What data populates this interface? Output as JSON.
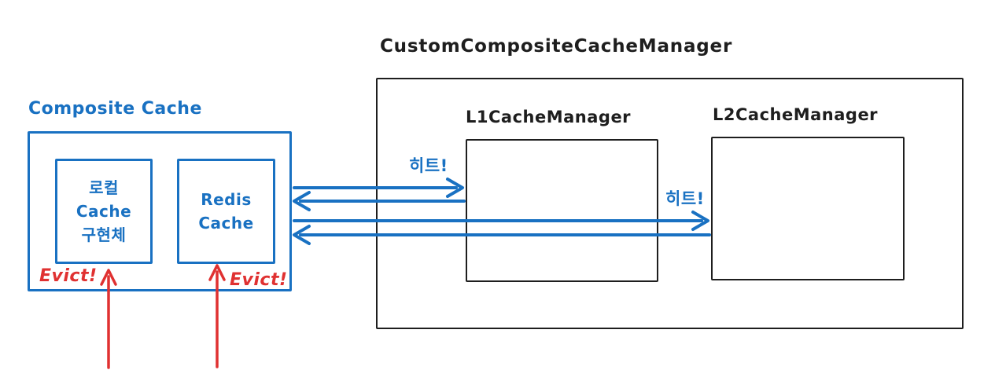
{
  "colors": {
    "blue": "#1971c2",
    "red": "#e03131",
    "black": "#1e1e1e",
    "background": "#ffffff"
  },
  "composite_group": {
    "title": "Composite Cache",
    "local_cache_label": "로컬\nCache\n구현체",
    "redis_cache_label": "Redis\nCache",
    "evict_left_label": "Evict!",
    "evict_right_label": "Evict!"
  },
  "manager_group": {
    "title": "CustomCompositeCacheManager",
    "l1_label": "L1CacheManager",
    "l2_label": "L2CacheManager"
  },
  "arrow_labels": {
    "hit_l1": "히트!",
    "hit_l2": "히트!"
  }
}
